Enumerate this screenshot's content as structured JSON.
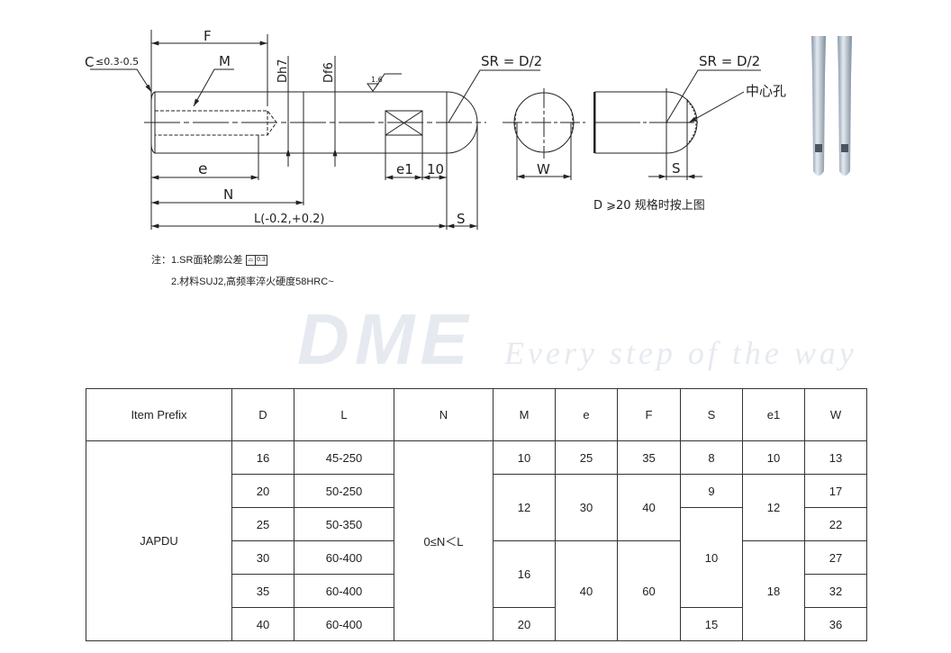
{
  "drawing": {
    "chamfer_label": "C",
    "chamfer_value": "≤0.3-0.5",
    "M": "M",
    "F": "F",
    "Dh7": "Dh7",
    "Df6": "Df6",
    "roughness": "1.6",
    "sr_label": "SR = D/2",
    "e": "e",
    "N": "N",
    "L": "L(-0.2,+0.2)",
    "e1": "e1",
    "ten": "10",
    "S": "S",
    "W": "W",
    "side_sr_label": "SR = D/2",
    "center_hole": "中心孔",
    "side_S": "S",
    "caption": "D ⩾20 规格时按上图"
  },
  "notes": {
    "note1": "注：1.SR面轮廓公差",
    "tolerance_value": "0.3",
    "note2": "2.材料SUJ2,高频率淬火硬度58HRC~"
  },
  "watermark": {
    "logo": "DME",
    "tagline": "Every step of the way"
  },
  "table": {
    "headers": [
      "Item Prefix",
      "D",
      "L",
      "N",
      "M",
      "e",
      "F",
      "S",
      "e1",
      "W"
    ],
    "item_prefix": "JAPDU",
    "N": "0≤N＜L",
    "D": [
      "16",
      "20",
      "25",
      "30",
      "35",
      "40"
    ],
    "L": [
      "45-250",
      "50-250",
      "50-350",
      "60-400",
      "60-400",
      "60-400"
    ],
    "M": [
      "10",
      "12",
      "16",
      "20"
    ],
    "e": [
      "25",
      "30",
      "40"
    ],
    "F": [
      "35",
      "40",
      "60"
    ],
    "S": [
      "8",
      "9",
      "10",
      "15"
    ],
    "e1": [
      "10",
      "12",
      "18"
    ],
    "W": [
      "13",
      "17",
      "22",
      "27",
      "32",
      "36"
    ]
  }
}
